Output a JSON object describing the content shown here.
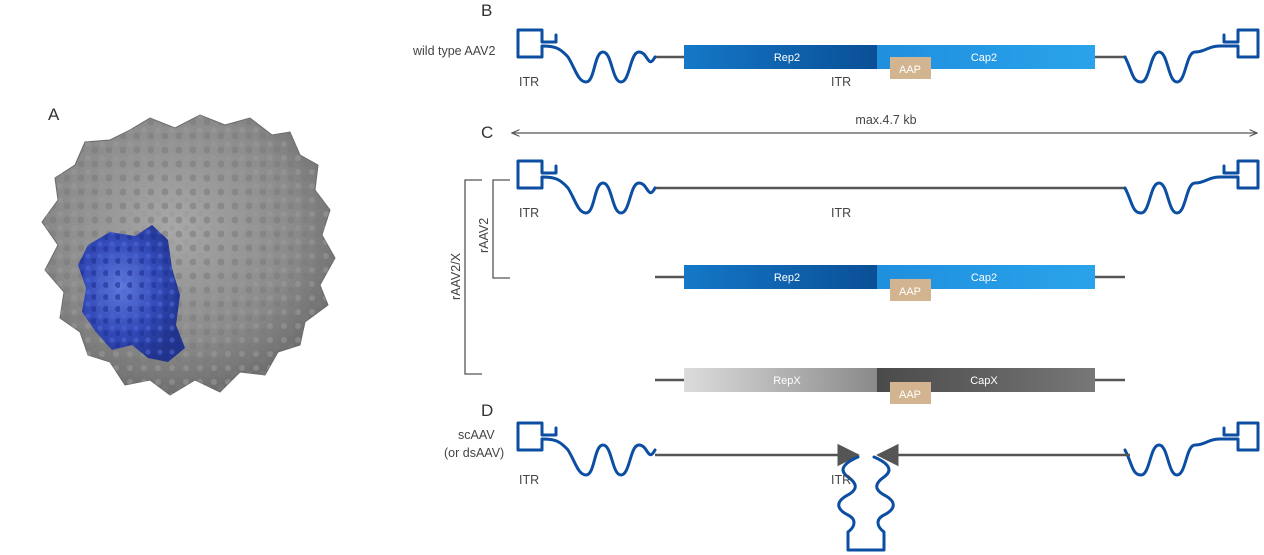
{
  "panels": {
    "a": "A",
    "b": "B",
    "c": "C",
    "d": "D"
  },
  "labels": {
    "wild_type": "wild type AAV2",
    "itr": "ITR",
    "max_size": "max.4.7 kb",
    "raav2": "rAAV2",
    "raav2x": "rAAV2/X",
    "scaav_line1": "scAAV",
    "scaav_line2": "(or dsAAV)"
  },
  "genes": {
    "rep2": "Rep2",
    "cap2": "Cap2",
    "aap": "AAP",
    "repx": "RepX",
    "capx": "CapX"
  },
  "colors": {
    "rep2": "#0d5fb0",
    "cap2": "#1c8fdc",
    "aap": "#d2b590",
    "repx": "#b5b5b5",
    "capx": "#5f5f5f",
    "itr": "#0b4ea2",
    "capsid": "#8c8c8c",
    "capsid_highlight": "#2e4fc4"
  }
}
